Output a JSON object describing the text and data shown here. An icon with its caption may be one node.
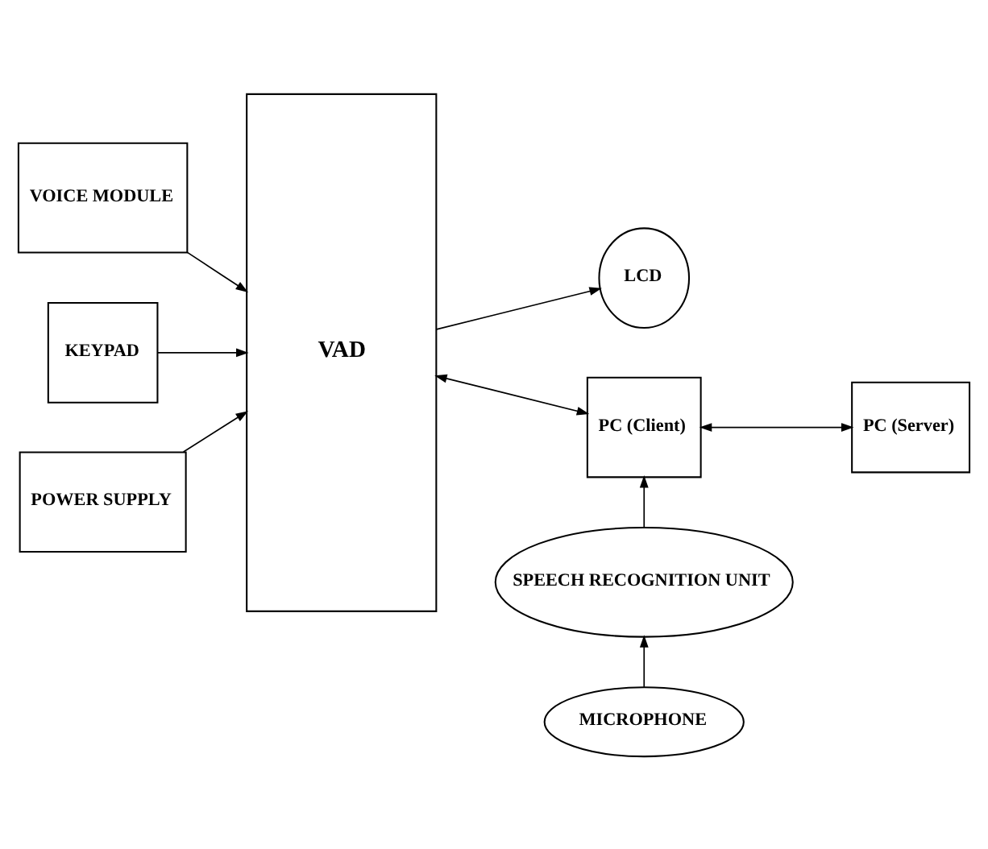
{
  "diagram": {
    "nodes": [
      {
        "text": [
          "VOICE MODULE"
        ]
      },
      {
        "text": [
          "KEYPAD"
        ]
      },
      {
        "text": [
          "POWER SUPPLY"
        ]
      },
      {
        "text": [
          "VAD"
        ]
      },
      {
        "text": [
          "LCD"
        ]
      },
      {
        "text": [
          "PC (Client)"
        ]
      },
      {
        "text": [
          "PC (Server)"
        ]
      },
      {
        "text": [
          "SPEECH RECOGNITION UNIT"
        ]
      },
      {
        "text": [
          "MICROPHONE"
        ]
      }
    ],
    "edges": [
      {
        "from": 0,
        "to": 3,
        "arrow": "to"
      },
      {
        "from": 1,
        "to": 3,
        "arrow": "to"
      },
      {
        "from": 2,
        "to": 3,
        "arrow": "to"
      },
      {
        "from": 3,
        "to": 4,
        "arrow": "to"
      },
      {
        "from": 3,
        "to": 5,
        "arrow": "both"
      },
      {
        "from": 5,
        "to": 6,
        "arrow": "both"
      },
      {
        "from": 7,
        "to": 5,
        "arrow": "to"
      },
      {
        "from": 8,
        "to": 7,
        "arrow": "to"
      }
    ]
  }
}
